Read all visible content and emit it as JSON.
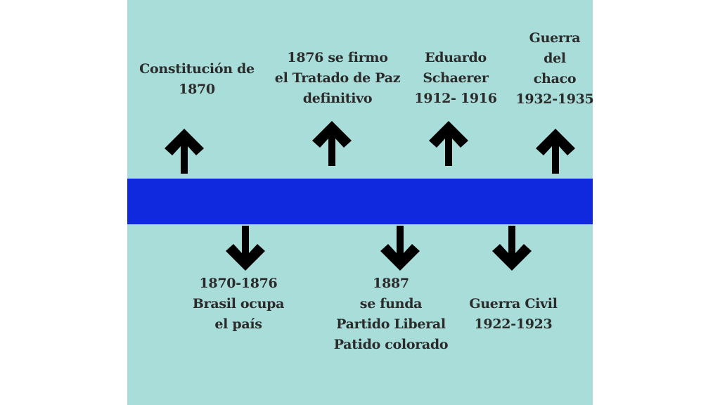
{
  "colors": {
    "panel": "#a9ddd9",
    "timeline_bar": "#1028de",
    "arrow": "#000000",
    "text": "#2b2b2b"
  },
  "events_above": [
    {
      "text": "Constitución de\n1870",
      "arrow": "up-arrow-icon"
    },
    {
      "text": "1876 se firmo\nel Tratado de Paz\ndefinitivo",
      "arrow": "up-arrow-icon"
    },
    {
      "text": "Eduardo\nSchaerer\n1912- 1916",
      "arrow": "up-arrow-icon"
    },
    {
      "text": "Guerra\ndel\nchaco\n1932-1935",
      "arrow": "up-arrow-icon"
    }
  ],
  "events_below": [
    {
      "text": "1870-1876\nBrasil ocupa\nel país",
      "arrow": "down-arrow-icon"
    },
    {
      "text": "1887\nse funda\nPartido Liberal\nPatido colorado",
      "arrow": "down-arrow-icon"
    },
    {
      "text": "Guerra Civil\n1922-1923",
      "arrow": "down-arrow-icon"
    }
  ]
}
